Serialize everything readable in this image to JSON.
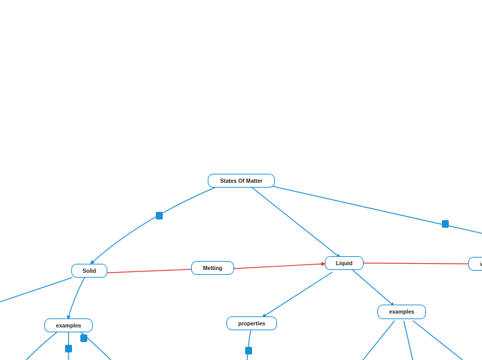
{
  "colors": {
    "connector": "#1a8fd6",
    "relation": "#e0302f",
    "node_border": "#1a8fd6",
    "handle": "#1a8fd6"
  },
  "nodes": {
    "root": "States Of Matter",
    "solid": "Solid",
    "melting": "Melting",
    "liquid": "Liquid",
    "solid_examples": "examples",
    "liquid_properties": "properties",
    "liquid_examples": "examples",
    "partial_right": "v"
  }
}
